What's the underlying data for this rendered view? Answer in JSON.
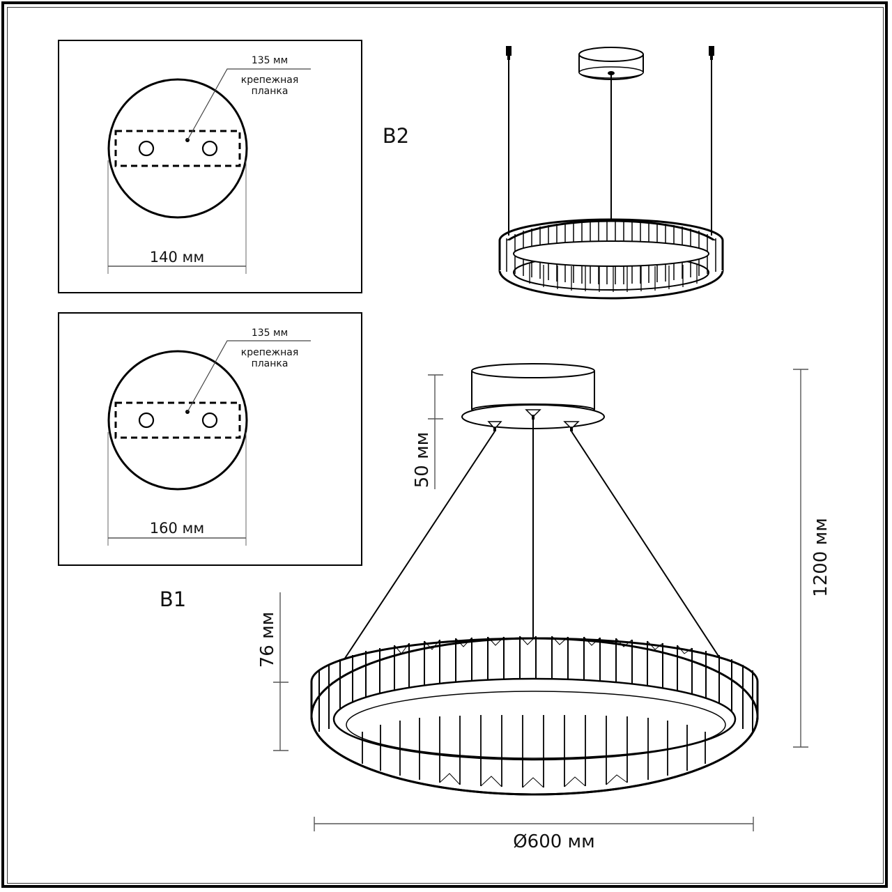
{
  "panels": {
    "b2": {
      "code_label": "B2",
      "bracket_width": "135 мм",
      "bracket_name_line1": "крепежная",
      "bracket_name_line2": "планка",
      "canopy_diameter": "140 мм"
    },
    "b1": {
      "code_label": "B1",
      "bracket_width": "135 мм",
      "bracket_name_line1": "крепежная",
      "bracket_name_line2": "планка",
      "canopy_diameter": "160 мм"
    }
  },
  "main_view": {
    "canopy_height": "50 мм",
    "ring_height": "76 мм",
    "total_height": "1200 мм",
    "ring_diameter": "Ø600 мм"
  },
  "colors": {
    "line": "#000000",
    "dimension_line": "#555555",
    "background": "#ffffff"
  }
}
